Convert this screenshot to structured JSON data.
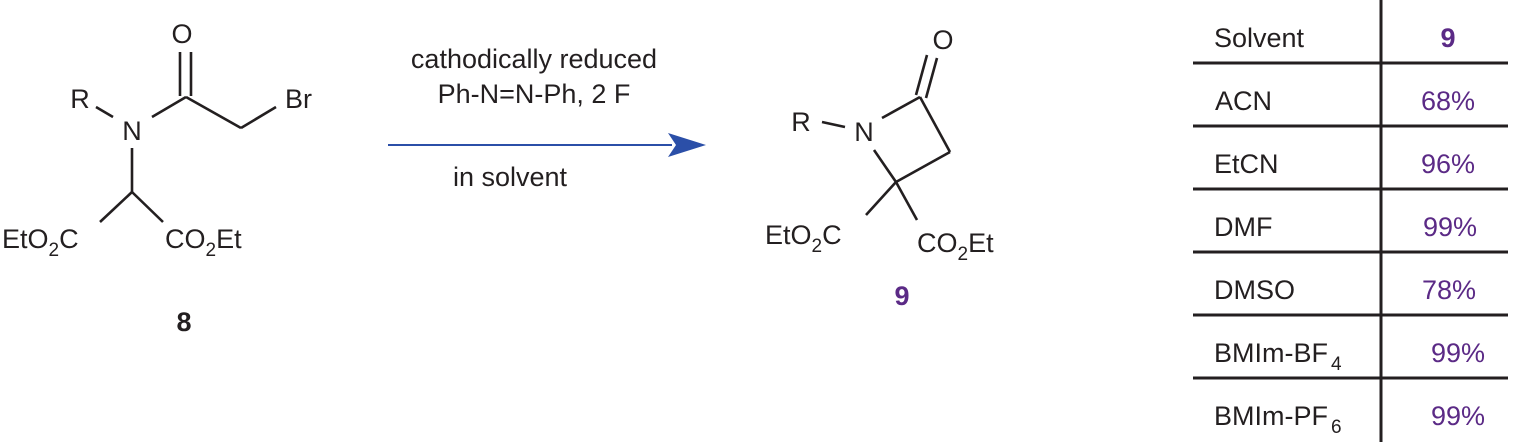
{
  "colors": {
    "text": "#231f20",
    "accent_purple": "#5b2a86",
    "arrow_blue": "#2b4fa8"
  },
  "reactant": {
    "label": "8",
    "atoms": {
      "carbonyl_o": "O",
      "r_group": "R",
      "nitrogen": "N",
      "bromine": "Br",
      "left_ester": "EtO2C",
      "right_ester": "CO2Et"
    }
  },
  "arrow": {
    "above_line1": "cathodically reduced",
    "above_line2": "Ph-N=N-Ph, 2 F",
    "below": "in solvent"
  },
  "product": {
    "label": "9",
    "atoms": {
      "carbonyl_o": "O",
      "r_group": "R",
      "nitrogen": "N",
      "left_ester": "EtO2C",
      "right_ester": "CO2Et"
    }
  },
  "table": {
    "headers": [
      "Solvent",
      "9"
    ],
    "rows": [
      {
        "solvent": "ACN",
        "solvent_sub": "",
        "yield": "68%"
      },
      {
        "solvent": "EtCN",
        "solvent_sub": "",
        "yield": "96%"
      },
      {
        "solvent": "DMF",
        "solvent_sub": "",
        "yield": "99%"
      },
      {
        "solvent": "DMSO",
        "solvent_sub": "",
        "yield": "78%"
      },
      {
        "solvent": "BMIm-BF",
        "solvent_sub": "4",
        "yield": "99%"
      },
      {
        "solvent": "BMIm-PF",
        "solvent_sub": "6",
        "yield": "99%"
      }
    ]
  }
}
